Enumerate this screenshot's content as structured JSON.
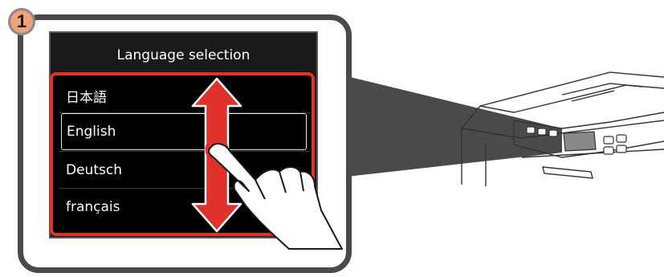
{
  "step": {
    "number": "1"
  },
  "screen": {
    "title": "Language selection",
    "languages": [
      {
        "label": "日本語",
        "selected": false
      },
      {
        "label": "English",
        "selected": true
      },
      {
        "label": "Deutsch",
        "selected": false
      },
      {
        "label": "français",
        "selected": false
      }
    ]
  },
  "colors": {
    "accent": "#e0322b",
    "badge": "#f2a07a",
    "frame": "#4a4a4a",
    "screen_bg": "#000000"
  },
  "icons": [
    "scroll-arrow-icon",
    "finger-touch-icon",
    "printer-illustration"
  ]
}
